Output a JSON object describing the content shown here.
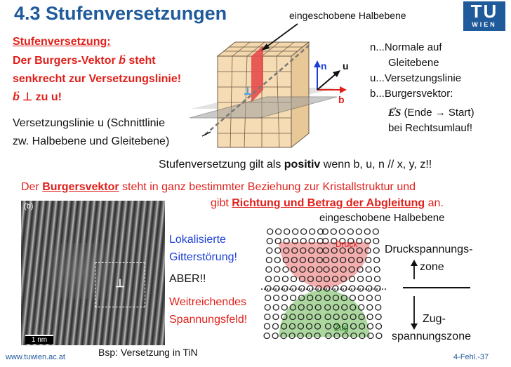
{
  "slide": {
    "title": "4.3 Stufenversetzungen",
    "logo": {
      "line1": "TU",
      "line2": "WIEN"
    },
    "def_heading": "Stufenversetzung:",
    "def_line1a": "Der Burgers-Vektor ",
    "b_sym": "b",
    "def_line1b": " steht",
    "def_line2": "senkrecht zur Versetzungslinie!",
    "def_line3b": " ⊥ zu u!",
    "line_text1": "Versetzungslinie u (Schnittlinie",
    "line_text2": "zw. Halbebene und Gleitebene)",
    "halfplane_label": "eingeschobene Halbebene",
    "axis_n": "n",
    "axis_u": "u",
    "axis_b": "b",
    "legend": {
      "n1": "n...Normale auf",
      "n2": "Gleitebene",
      "u": "u...Versetzungslinie",
      "b": "b...Burgersvektor:",
      "es": "ES",
      "es_rest": " (Ende → Start)",
      "last": "bei Rechtsumlauf!"
    },
    "positive_pre": "Stufenversetzung gilt als ",
    "positive_bold": "positiv",
    "positive_post": " wenn b, u, n // x, y, z!!",
    "burgers_line1_pre": "Der ",
    "burgers_line1_ul": "Burgersvektor",
    "burgers_line1_post": " steht in ganz bestimmter Beziehung zur Kristallstruktur und",
    "burgers_line2_pre": "gibt ",
    "burgers_line2_ul": "Richtung und Betrag der Abgleitung",
    "burgers_line2_post": " an.",
    "micro_label": "(b)",
    "micro_scale": "1 nm",
    "micro_caption": "Bsp: Versetzung in TiN",
    "lok1": "Lokalisierte",
    "lok2": "Gitterstörung!",
    "aber": "ABER!!",
    "weit1": "Weitreichendes",
    "weit2": "Spannungsfeld!",
    "halfplane_label2": "eingeschobene Halbebene",
    "druck": "Druck",
    "zug": "Zug",
    "druckzone1": "Druckspannungs-",
    "druckzone2": "zone",
    "zugzone1": "Zug-",
    "zugzone2": "spannungszone",
    "footer_url": "www.tuwien.ac.at",
    "footer_page": "4-Fehl.-37"
  },
  "colors": {
    "title_blue": "#1f5a9b",
    "accent_red": "#e0201b",
    "link_blue": "#1c3fd6"
  }
}
